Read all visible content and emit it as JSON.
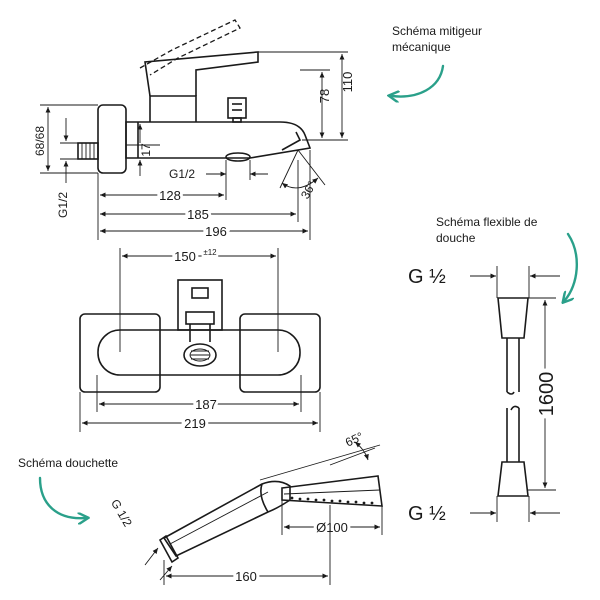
{
  "notes": {
    "mitigeur_line1": "Schéma mitigeur",
    "mitigeur_line2": "mécanique",
    "flexible_line1": "Schéma flexible de",
    "flexible_line2": "douche",
    "douchette": "Schéma douchette"
  },
  "mixer_side": {
    "dim_110": "110",
    "dim_78": "78",
    "dim_17": "17",
    "dim_68": "68/68",
    "dim_g12_vertical": "G1/2",
    "dim_g12_horizontal": "G1/2",
    "dim_128": "128",
    "dim_185": "185",
    "dim_196": "196",
    "angle_36": "36°"
  },
  "mixer_top": {
    "dim_150": "150",
    "dim_150_tol": "±12",
    "dim_187": "187",
    "dim_219": "219"
  },
  "hand_shower": {
    "angle_65": "65°",
    "dim_100": "Ø100",
    "dim_160": "160",
    "thread": "G 1/2"
  },
  "hose": {
    "g_top": "G ½",
    "g_bottom": "G ½",
    "length": "1600"
  },
  "colors": {
    "accent": "#2aa08a",
    "ink": "#1a1a1a"
  }
}
